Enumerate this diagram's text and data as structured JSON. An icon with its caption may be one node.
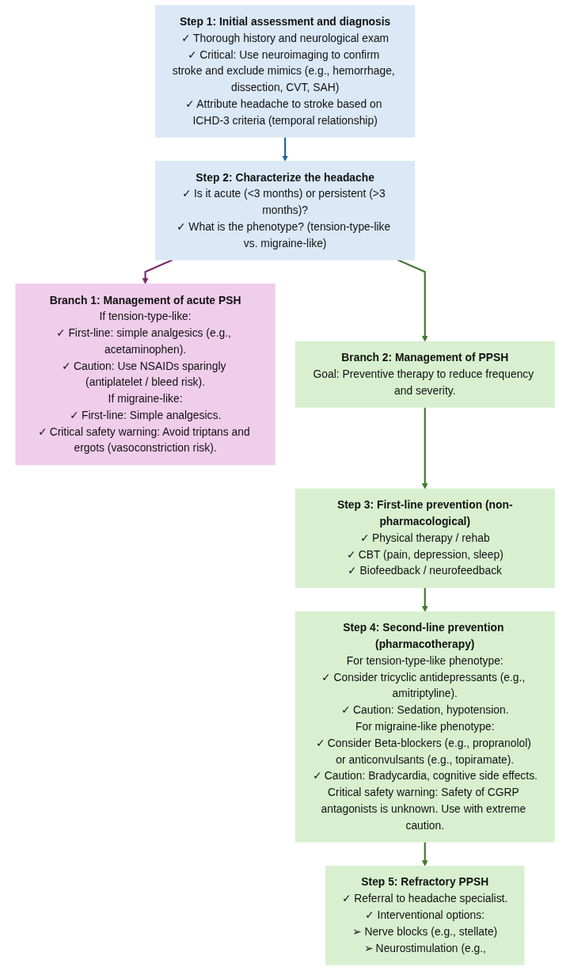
{
  "diagram": {
    "nodes": [
      {
        "text": [
          "Step 1: Initial assessment and diagnosis",
          "✓ Thorough history and neurological exam",
          "✓ Critical: Use neuroimaging to confirm stroke and exclude mimics (e.g., hemorrhage, dissection, CVT, SAH)",
          "✓ Attribute headache to stroke based on ICHD-3 criteria (temporal relationship)"
        ]
      },
      {
        "text": [
          "Step 2: Characterize the headache",
          "✓ Is it acute (<3 months) or persistent (>3 months)?",
          "✓ What is the phenotype? (tension-type-like vs. migraine-like)"
        ]
      },
      {
        "text": [
          "Branch 1: Management of acute PSH",
          "If tension-type-like:",
          "✓ First-line: simple analgesics (e.g., acetaminophen).",
          "✓ Caution: Use NSAIDs sparingly (antiplatelet / bleed risk).",
          "If migraine-like:",
          "✓ First-line: Simple analgesics.",
          "✓ Critical safety warning: Avoid triptans and ergots (vasoconstriction risk)."
        ]
      },
      {
        "text": [
          "Branch 2: Management of PPSH",
          "Goal: Preventive therapy to reduce frequency and severity."
        ]
      },
      {
        "text": [
          "Step 3: First-line prevention (non-pharmacological)",
          "✓ Physical therapy / rehab",
          "✓ CBT (pain, depression, sleep)",
          "✓ Biofeedback / neurofeedback"
        ]
      },
      {
        "text": [
          "Step 4: Second-line prevention (pharmacotherapy)",
          "For tension-type-like phenotype:",
          "✓ Consider tricyclic antidepressants (e.g., amitriptyline).",
          "✓ Caution: Sedation, hypotension.",
          "For migraine-like phenotype:",
          "✓ Consider Beta-blockers (e.g., propranolol) or anticonvulsants (e.g., topiramate).",
          "✓ Caution: Bradycardia, cognitive side effects.",
          "Critical safety warning: Safety of CGRP antagonists is unknown. Use with extreme caution."
        ]
      },
      {
        "text": [
          "Step 5: Refractory PPSH",
          "✓ Referral to headache specialist.",
          "✓ Interventional options:",
          "➢ Nerve blocks (e.g., stellate)",
          "➢ Neurostimulation (e.g.,"
        ]
      }
    ],
    "edges": [
      {
        "from": 0,
        "to": 1,
        "arrow": "to",
        "color": "#2060a0"
      },
      {
        "from": 1,
        "to": 2,
        "arrow": "to",
        "color": "#7a2a6e"
      },
      {
        "from": 1,
        "to": 3,
        "arrow": "to"
      },
      {
        "from": 3,
        "to": 4,
        "arrow": "to"
      },
      {
        "from": 4,
        "to": 5,
        "arrow": "to"
      },
      {
        "from": 5,
        "to": 6,
        "arrow": "to"
      }
    ]
  }
}
